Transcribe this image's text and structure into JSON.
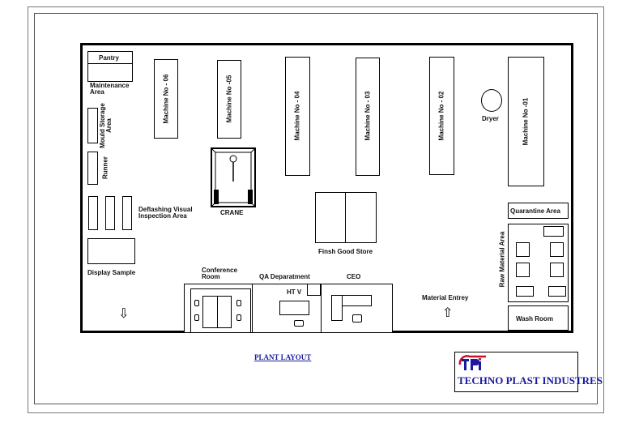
{
  "title": "PLANT LAYOUT",
  "logo": {
    "mark": "TPi",
    "company": "TECHNO PLAST INDUSTRES"
  },
  "areas": {
    "pantry": "Pantry",
    "maintenance": "Maintenance Area",
    "mould_storage": "Mould Storage Area",
    "runner": "Runner",
    "deflashing": "Deflashing Visual Inspection Area",
    "display_sample": "Display Sample",
    "crane": "CRANE",
    "finish_good_store": "Finsh Good Store",
    "conference_room": "Conference Room",
    "qa_department": "QA Deparatment",
    "ht_v": "HT V",
    "ceo": "CEO",
    "material_entry": "Material Entrey",
    "raw_material": "Raw Material Area",
    "quarantine": "Quarantine Area",
    "wash_room": "Wash Room",
    "dryer": "Dryer"
  },
  "machines": {
    "m06": "Machine No - 06",
    "m05": "Machine No -05",
    "m04": "Machine No - 04",
    "m03": "Machine No - 03",
    "m02": "Machine No - 02",
    "m01": "Machine No -01"
  },
  "icons": {
    "down_arrow": "down-arrow-icon",
    "up_arrow": "up-arrow-icon"
  },
  "colors": {
    "title": "#1a1aa0",
    "logo_text": "#1a1aa0",
    "logo_red": "#c8102e",
    "lines": "#000000"
  }
}
